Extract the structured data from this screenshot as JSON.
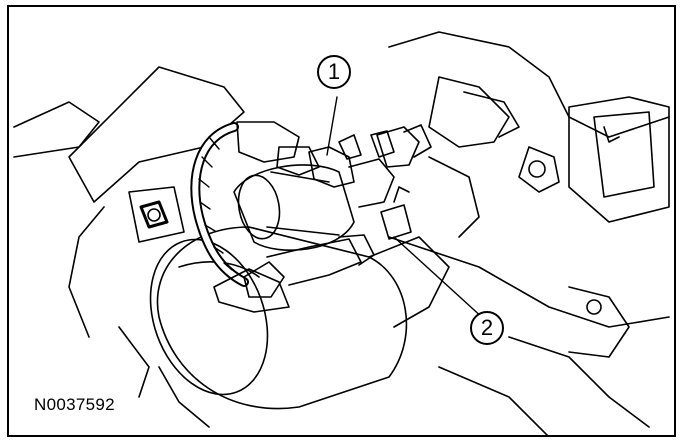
{
  "figure": {
    "code": "N0037592",
    "callouts": [
      {
        "label": "1"
      },
      {
        "label": "2"
      }
    ]
  },
  "colors": {
    "line": "#000000",
    "background": "#ffffff"
  }
}
